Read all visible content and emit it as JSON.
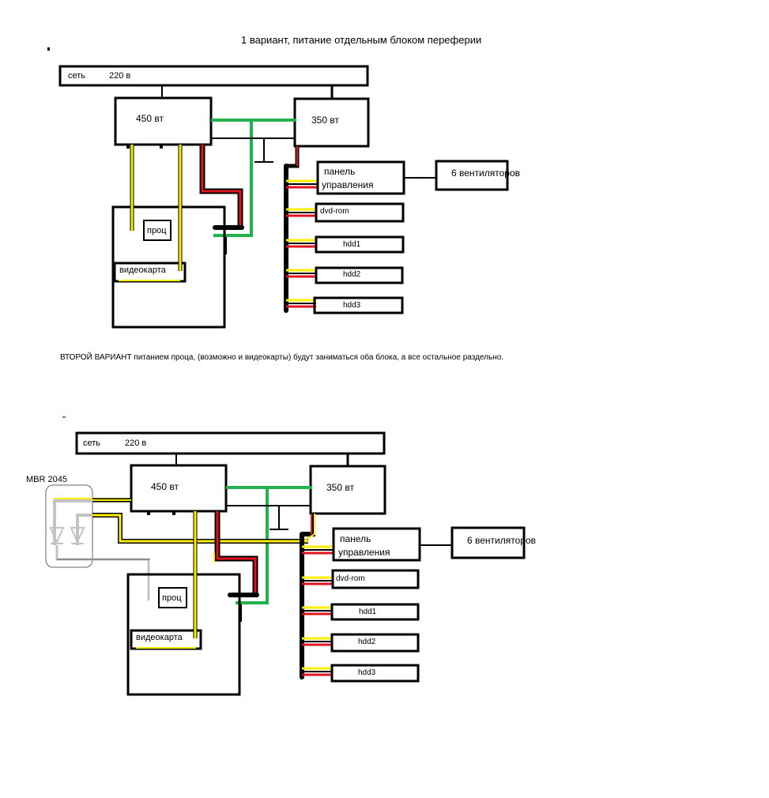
{
  "variant1": {
    "heading": "1 вариант, питание отдельным блоком переферии",
    "mains_label": "сеть",
    "mains_voltage": "220 в",
    "psu_main": "450 вт",
    "psu_aux": "350 вт",
    "cpu": "проц",
    "gpu": "видеокарта",
    "control_panel_line1": "панель",
    "control_panel_line2": "управления",
    "fans": "6 вентиляторов",
    "dvd": "dvd-rom",
    "hdd1": "hdd1",
    "hdd2": "hdd2",
    "hdd3": "hdd3"
  },
  "variant2": {
    "heading": "ВТОРОЙ ВАРИАНТ питанием проца, (возможно и видеокарты) будут заниматься оба блока, а все остальное раздельно.",
    "diode_label": "MBR 2045",
    "mains_label": "сеть",
    "mains_voltage": "220 в",
    "psu_main": "450 вт",
    "psu_aux": "350 вт",
    "cpu": "проц",
    "gpu": "видеокарта",
    "control_panel_line1": "панель",
    "control_panel_line2": "управления",
    "fans": "6 вентиляторов",
    "dvd": "dvd-rom",
    "hdd1": "hdd1",
    "hdd2": "hdd2",
    "hdd3": "hdd3"
  },
  "colors": {
    "yellow_wire": "#ffee00",
    "red_wire": "#e0141e",
    "green_wire": "#22b14c",
    "black": "#000000",
    "diode_gray": "#c3c3c3"
  }
}
